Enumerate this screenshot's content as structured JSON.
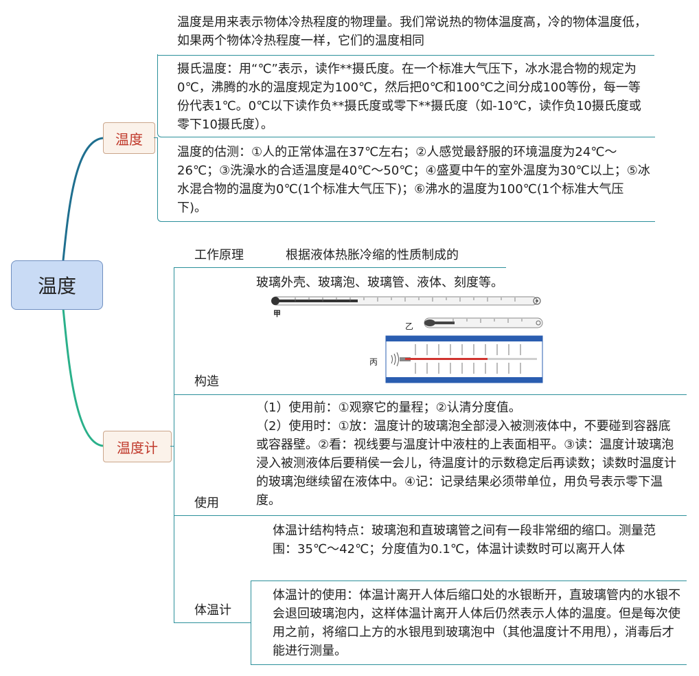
{
  "root": {
    "label": "温度"
  },
  "temp": {
    "label": "温度",
    "def": "温度是用来表示物体冷热程度的物理量。我们常说热的物体温度高，冷的物体温度低，如果两个物体冷热程度一样，它们的温度相同",
    "celsius": "摄氏温度：用“℃”表示，读作**摄氏度。在一个标准大气压下，冰水混合物的规定为0℃，沸腾的水的温度规定为100℃，然后把0℃和100℃之间分成100等份，每一等份代表1℃。0℃以下读作负**摄氏度或零下**摄氏度（如-10℃，读作负10摄氏度或零下10摄氏度）。",
    "estimate": "温度的估测：①人的正常体温在37℃左右；②人感觉最舒服的环境温度为24℃～26℃；③洗澡水的合适温度是40℃～50℃；④盛夏中午的室外温度为30℃以上；⑤冰水混合物的温度为0℃(1个标准大气压下)；⑥沸水的温度为100℃(1个标准大气压下)。"
  },
  "thermo": {
    "label": "温度计",
    "principle_label": "工作原理",
    "principle_text": "根据液体热胀冷缩的性质制成的",
    "structure_label": "构造",
    "structure_text": "玻璃外壳、玻璃泡、玻璃管、液体、刻度等。",
    "fig_labels": {
      "a": "甲",
      "b": "乙",
      "c": "丙"
    },
    "fig_colors": {
      "frame": "#2a5db0",
      "liquid": "#d0332e",
      "tube": "#888888"
    },
    "use_label": "使用",
    "use_text_1": "（1）使用前：①观察它的量程；②认清分度值。",
    "use_text_2": "（2）使用时：①放：温度计的玻璃泡全部浸入被测液体中，不要碰到容器底或容器壁。②看：视线要与温度计中液柱的上表面相平。③读：温度计玻璃泡浸入被测液体后要稍侯一会儿，待温度计的示数稳定后再读数；读数时温度计的玻璃泡继续留在液体中。④记：记录结果必须带单位，用负号表示零下温度。",
    "clinical_label": "体温计",
    "clinical_structure": "体温计结构特点：玻璃泡和直玻璃管之间有一段非常细的缩口。测量范围：35℃～42℃；分度值为0.1℃，体温计读数时可以离开人体",
    "clinical_use": "体温计的使用：体温计离开人体后缩口处的水银断开，直玻璃管内的水银不会退回玻璃泡内，这样体温计离开人体后仍然表示人体的温度。但是每次使用之前，将缩口上方的水银甩到玻璃泡中（其他温度计不用甩），消毒后才能进行测量。"
  }
}
